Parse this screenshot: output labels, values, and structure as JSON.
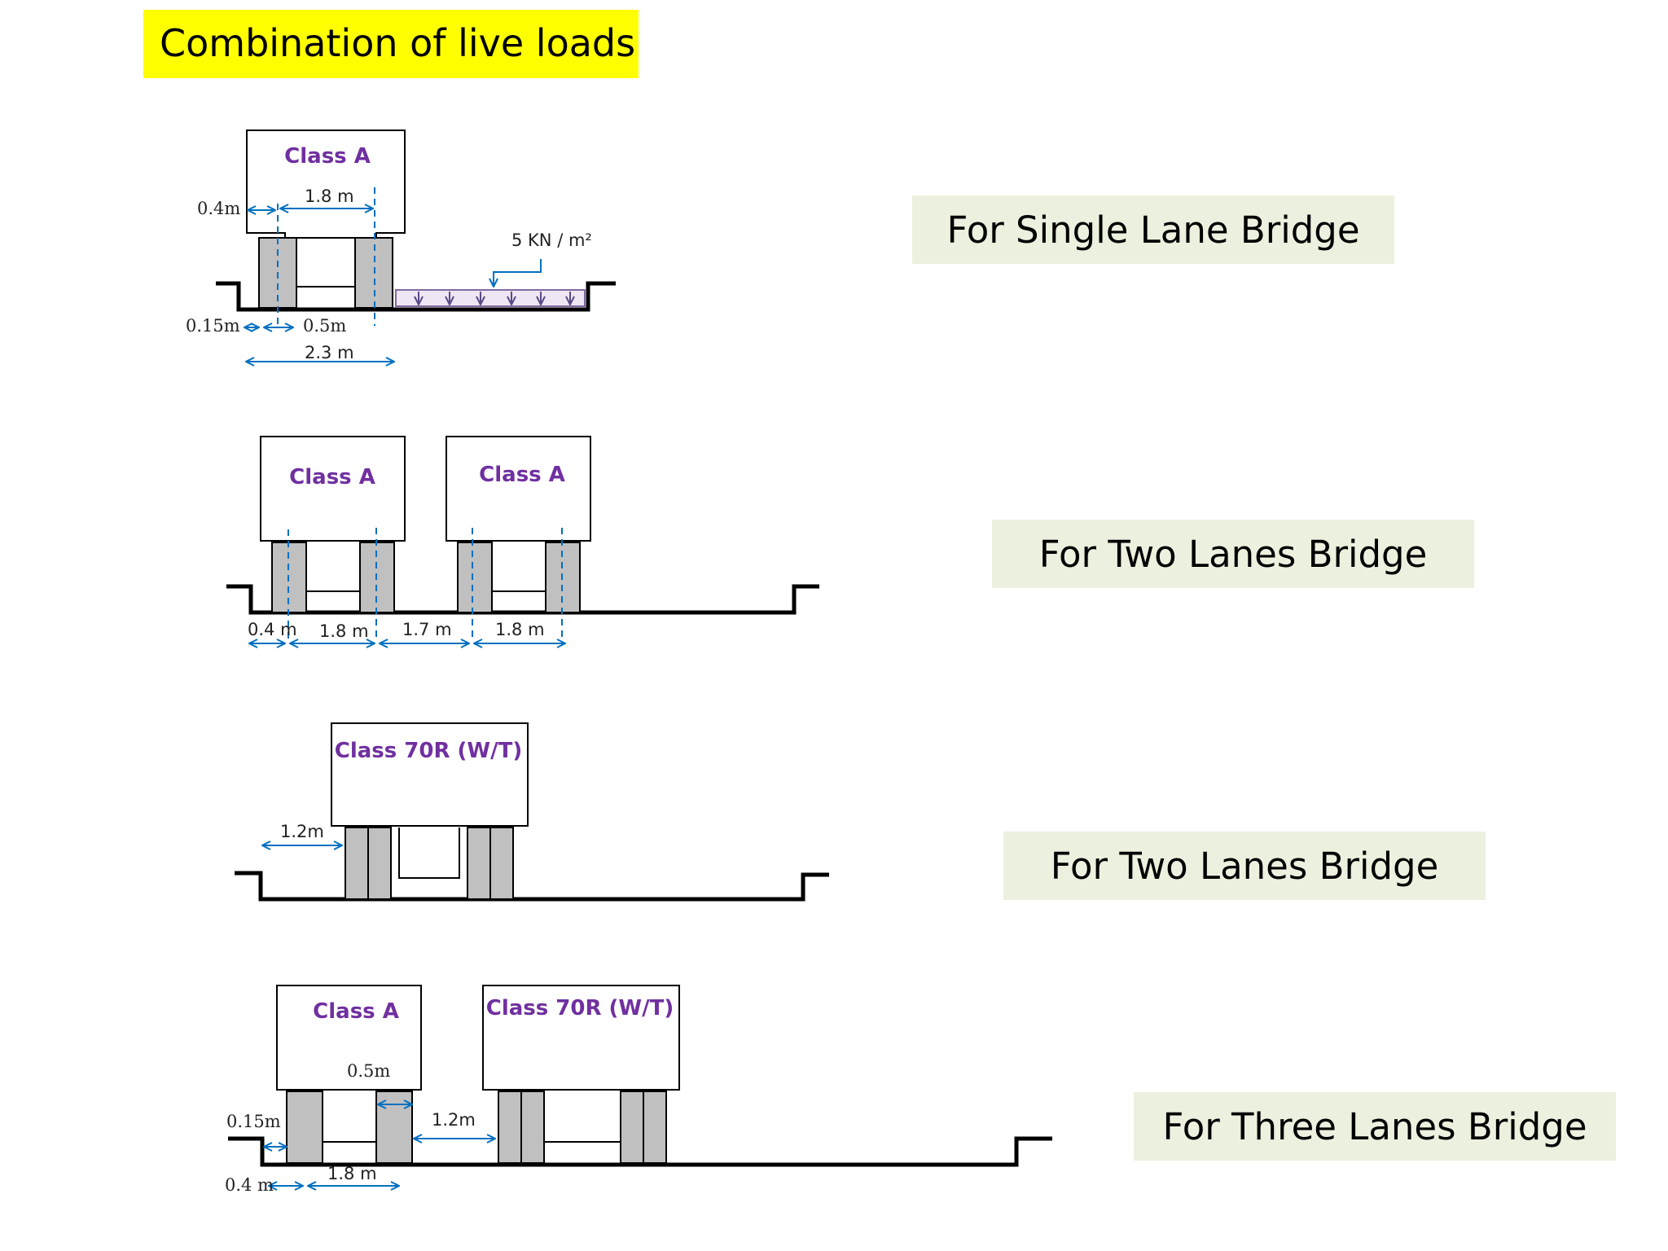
{
  "title": "Combination of live loads",
  "colors": {
    "title_bg": "#ffff00",
    "caption_bg": "#ebf1de",
    "class_label": "#7030a0",
    "dimension_arrow": "#0070c0",
    "wheel_fill": "#c0c0c0",
    "udl_hatch": "#7f6aa0"
  },
  "captions": {
    "single_lane": "For Single Lane Bridge",
    "two_lanes_a": "For Two Lanes Bridge",
    "two_lanes_b": "For Two Lanes Bridge",
    "three_lanes": "For Three Lanes Bridge"
  },
  "panel1": {
    "vehicle": "Class A",
    "dim_04": "0.4m",
    "dim_18": "1.8 m",
    "udl": "5 KN / m²",
    "dim_015": "0.15m",
    "dim_05": "0.5m",
    "dim_23": "2.3 m"
  },
  "panel2": {
    "vehicle_left": "Class A",
    "vehicle_right": "Class A",
    "dim_04": "0.4 m",
    "dim_18_left": "1.8 m",
    "dim_17": "1.7 m",
    "dim_18_right": "1.8 m"
  },
  "panel3": {
    "vehicle": "Class 70R  (W/T)",
    "dim_12": "1.2m"
  },
  "panel4": {
    "vehicle_left": "Class A",
    "vehicle_right": "Class 70R  (W/T)",
    "dim_05": "0.5m",
    "dim_015": "0.15m",
    "dim_12": "1.2m",
    "dim_04": "0.4 m",
    "dim_18": "1.8 m"
  }
}
